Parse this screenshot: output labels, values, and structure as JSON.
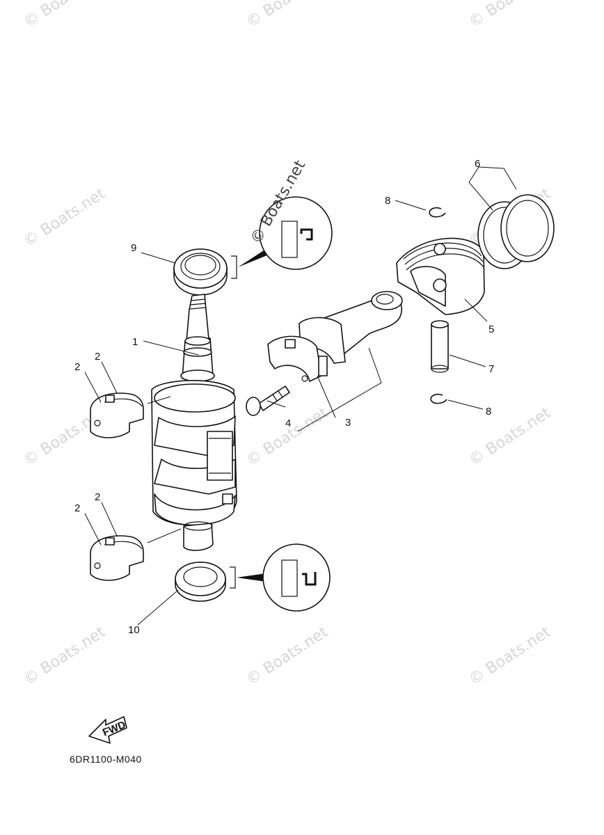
{
  "watermark": "© Boats.net",
  "callouts": {
    "c1": "1",
    "c2a": "2",
    "c2b": "2",
    "c2c": "2",
    "c2d": "2",
    "c3": "3",
    "c4": "4",
    "c5": "5",
    "c6": "6",
    "c7": "7",
    "c8a": "8",
    "c8b": "8",
    "c9": "9",
    "c10": "10"
  },
  "fwd_label": "FWD",
  "diagram_code": "6DR1100-M040"
}
